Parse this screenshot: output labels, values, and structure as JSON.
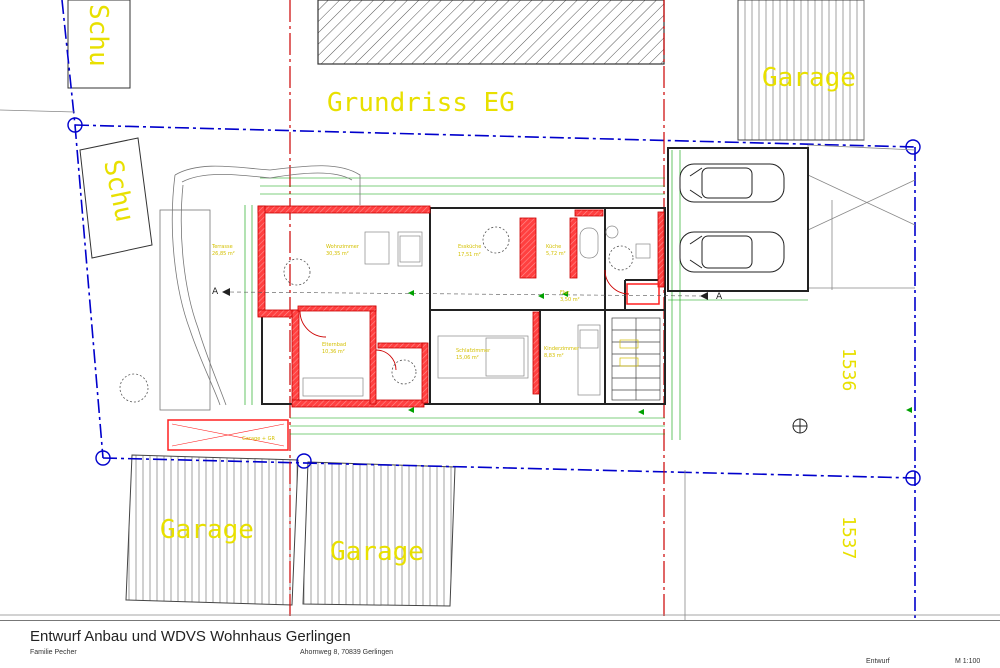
{
  "plan": {
    "title": "Grundriss EG",
    "labels": {
      "garage_top_right": "Garage",
      "garage_bottom_left": "Garage",
      "garage_bottom_center": "Garage",
      "schu_top": "Schu",
      "schu_left": "Schu",
      "parcel_1536": "1536",
      "parcel_1537": "1537",
      "section_marker_left": "A",
      "section_marker_right": "A"
    },
    "rooms": [
      {
        "name": "Terrasse",
        "area": "26,85 m²"
      },
      {
        "name": "Wohnzimmer",
        "area": "30,35 m²"
      },
      {
        "name": "Essküche",
        "area": "17,51 m²"
      },
      {
        "name": "Küche",
        "area": "5,72 m²"
      },
      {
        "name": "Flur",
        "area": "3,50 m²"
      },
      {
        "name": "Schlafzimmer",
        "area": "15,06 m²"
      },
      {
        "name": "Kinderzimmer",
        "area": "8,83 m²"
      },
      {
        "name": "Elternbad",
        "area": "10,36 m²"
      },
      {
        "name": "Garage + GR",
        "area": ""
      }
    ]
  },
  "title_block": {
    "title": "Entwurf Anbau und WDVS Wohnhaus Gerlingen",
    "client": "Familie Pecher",
    "address": "Ahornweg 8, 70839 Gerlingen",
    "status": "Entwurf",
    "scale": "M 1:100"
  },
  "colors": {
    "property_line": "#0000cc",
    "axis_line": "#cc0000",
    "new_wall": "#ff2020",
    "cad_text": "#e8e000",
    "dimension": "#00a000"
  }
}
